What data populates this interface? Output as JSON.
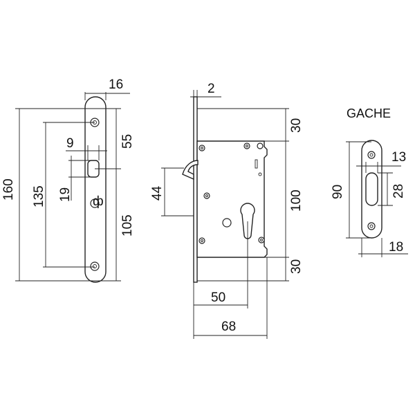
{
  "colors": {
    "line": "#222222",
    "text": "#111111",
    "background": "#ffffff"
  },
  "faceplate": {
    "dims": {
      "width": "16",
      "slot_from_edge": "9",
      "top_to_slot": "55",
      "slot_height": "19",
      "hole_spacing": "135",
      "total_height": "160",
      "slot_to_bottom": "105"
    }
  },
  "lock_body": {
    "dims": {
      "plate_thickness": "2",
      "top_offset": "30",
      "hook_height": "44",
      "case_height": "100",
      "bottom_offset": "30",
      "backset": "50",
      "depth": "68"
    }
  },
  "strike": {
    "title": "GACHE",
    "dims": {
      "height": "90",
      "slot_offset": "13",
      "slot_height": "28",
      "width": "18"
    }
  }
}
